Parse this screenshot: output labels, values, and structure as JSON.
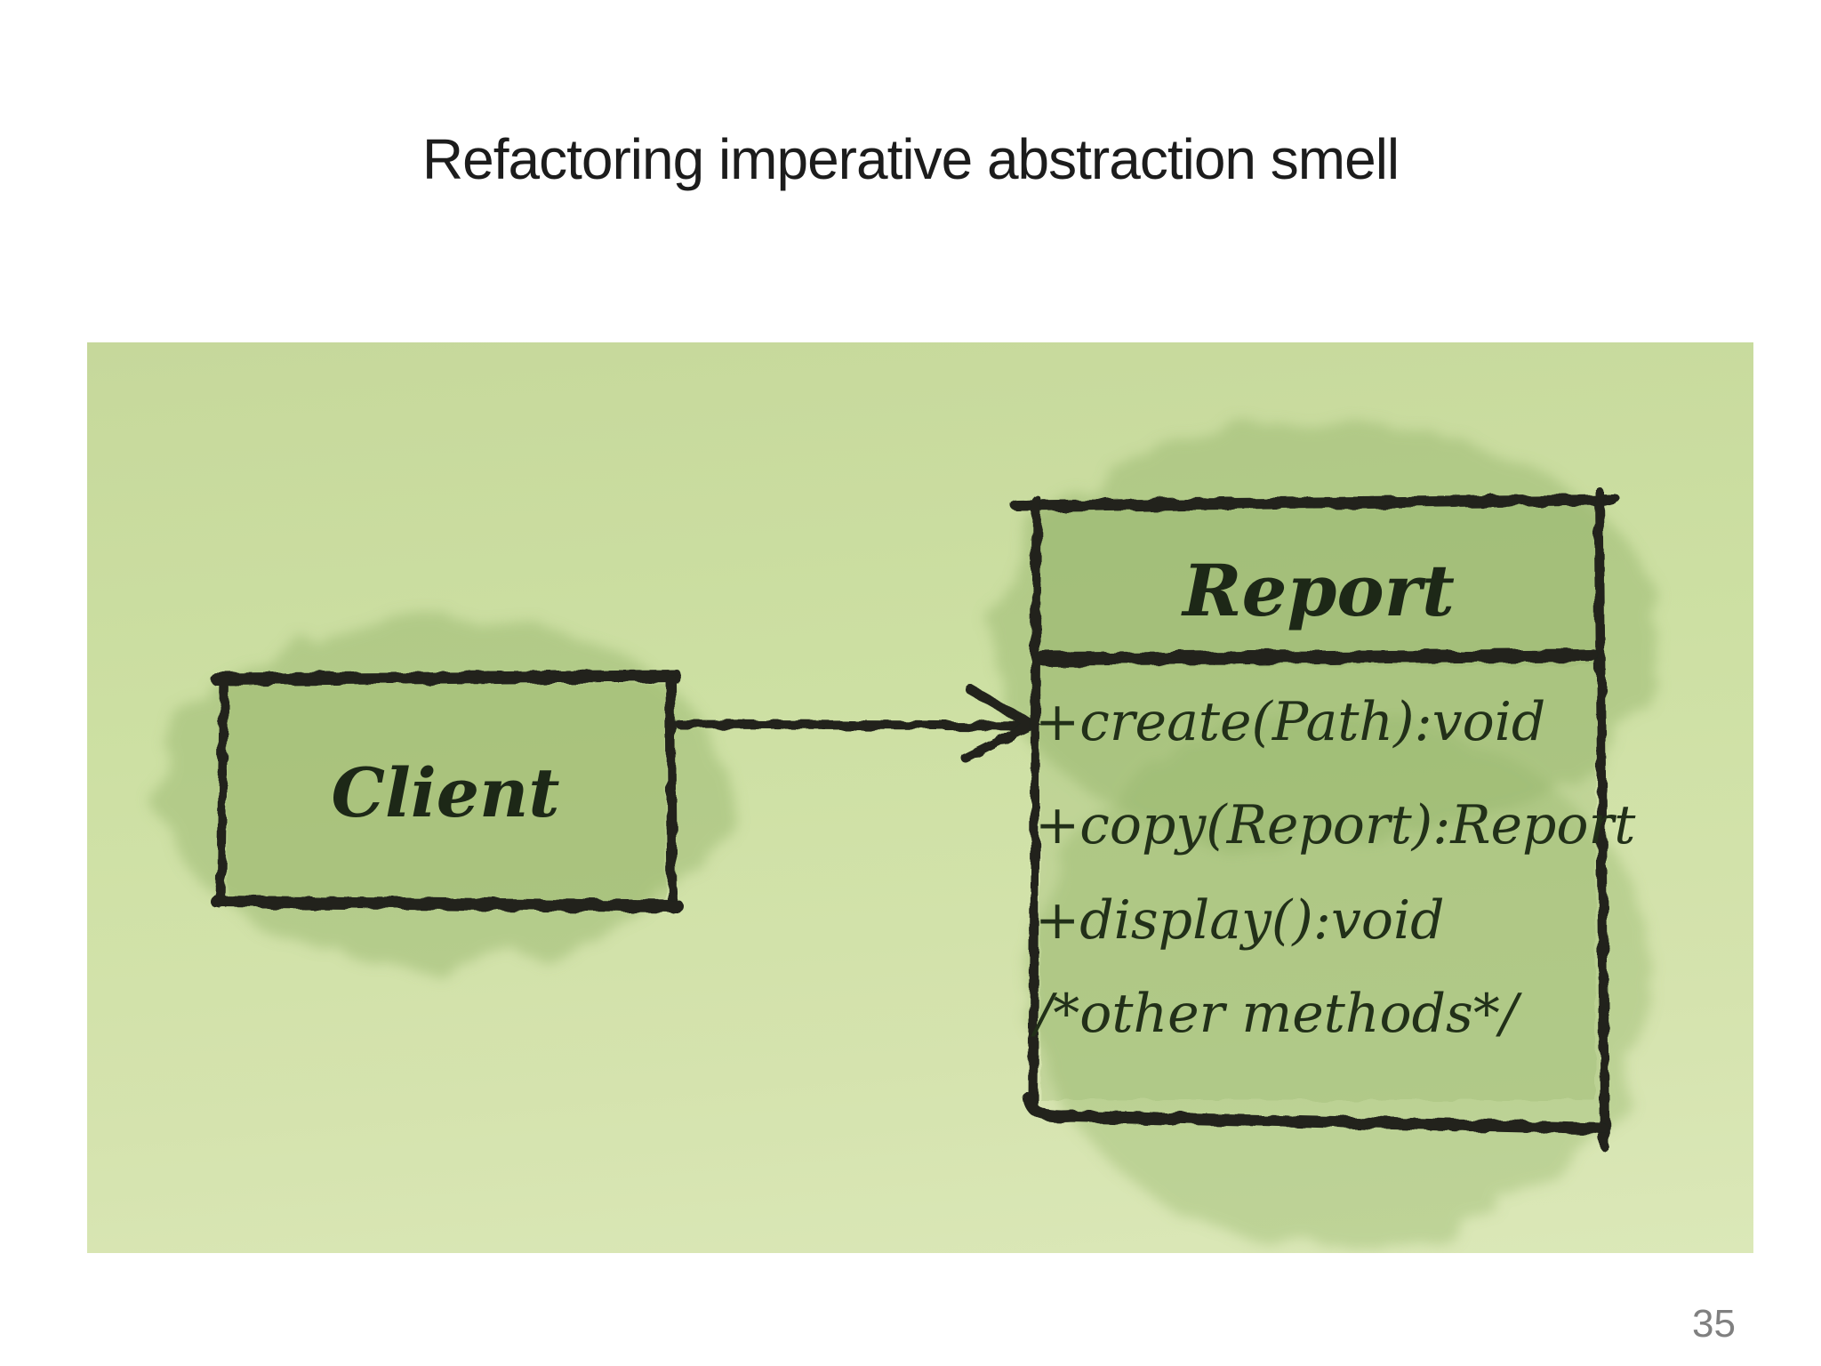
{
  "slide": {
    "title": "Refactoring imperative abstraction smell",
    "page_number": "35"
  },
  "diagram": {
    "description": "hand-drawn UML class diagram on green watercolor background",
    "client_class": {
      "name": "Client"
    },
    "report_class": {
      "name": "Report",
      "methods": [
        "+create(Path):void",
        "+copy(Report):Report",
        "+display():void",
        "/*other methods*/"
      ]
    },
    "relation": "Client depends on Report (arrow from Client to Report)",
    "colors": {
      "panel_background": "#cfe0a6",
      "watercolor_blob": "#9cba72",
      "sketch_stroke": "#20231b",
      "hand_text": "#223019",
      "title_text": "#1c1c1c",
      "page_number_text": "#808080"
    }
  }
}
